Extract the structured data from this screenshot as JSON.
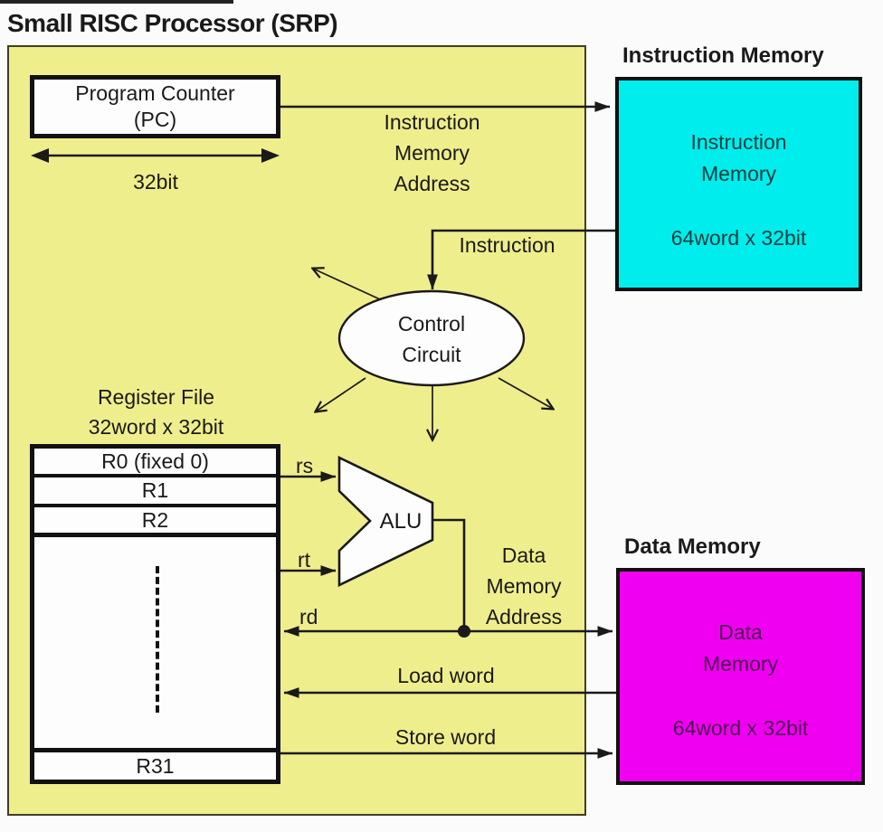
{
  "title": "Small RISC Processor (SRP)",
  "pc": {
    "line1": "Program Counter",
    "line2": "(PC)",
    "width_label": "32bit"
  },
  "control": {
    "line1": "Control",
    "line2": "Circuit"
  },
  "register_file": {
    "title_line1": "Register File",
    "title_line2": "32word x 32bit",
    "r0": "R0 (fixed 0)",
    "r1": "R1",
    "r2": "R2",
    "r31": "R31"
  },
  "alu_label": "ALU",
  "signals": {
    "ima": [
      "Instruction",
      "Memory",
      "Address"
    ],
    "instruction": "Instruction",
    "rs": "rs",
    "rt": "rt",
    "rd": "rd",
    "dma": [
      "Data",
      "Memory",
      "Address"
    ],
    "load_word": "Load word",
    "store_word": "Store word"
  },
  "memories": {
    "instruction": {
      "header": "Instruction Memory",
      "line1": "Instruction",
      "line2": "Memory",
      "capacity": "64word x 32bit"
    },
    "data": {
      "header": "Data Memory",
      "line1": "Data",
      "line2": "Memory",
      "capacity": "64word x 32bit"
    }
  },
  "colors": {
    "bg": "#fbfbfb",
    "chip": "#efee8c",
    "chipborder": "#3f3f22",
    "ink": "#1a1a1a",
    "box": "#111111",
    "white": "#fdfdfd",
    "imem": "#00eded",
    "dmem": "#f000f0",
    "imemtext": "#123c3e",
    "dmemtext": "#4f0d55"
  }
}
